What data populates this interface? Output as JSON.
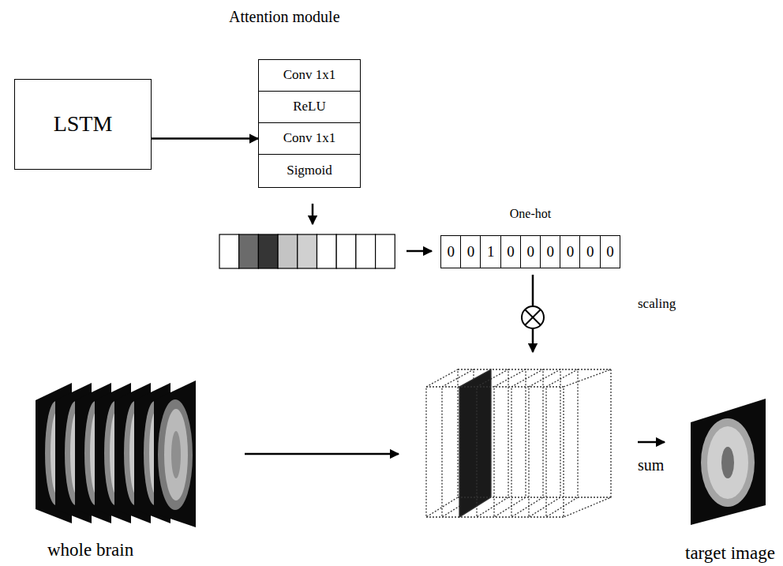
{
  "diagram": {
    "nodes": [
      {
        "text": [
          "LSTM"
        ]
      },
      {
        "text": [
          "Conv 1x1"
        ]
      },
      {
        "text": [
          "ReLU"
        ]
      },
      {
        "text": [
          "Conv 1x1"
        ]
      },
      {
        "text": [
          "Sigmoid"
        ]
      },
      {
        "text": [
          "One-hot"
        ]
      },
      {
        "text": [
          "0"
        ],
        "in": 5
      },
      {
        "text": [
          "0"
        ],
        "in": 5
      },
      {
        "text": [
          "1"
        ],
        "in": 5
      },
      {
        "text": [
          "0"
        ],
        "in": 5
      },
      {
        "text": [
          "0"
        ],
        "in": 5
      },
      {
        "text": [
          "0"
        ],
        "in": 5
      },
      {
        "text": [
          "0"
        ],
        "in": 5
      },
      {
        "text": [
          "0"
        ],
        "in": 5
      },
      {
        "text": [
          "0"
        ],
        "in": 5
      }
    ],
    "edges": [
      {
        "from": 0,
        "to": 3,
        "arrow": "to"
      }
    ],
    "labels": [
      "Attention module",
      "scaling",
      "sum",
      "whole brain",
      "target image"
    ]
  }
}
